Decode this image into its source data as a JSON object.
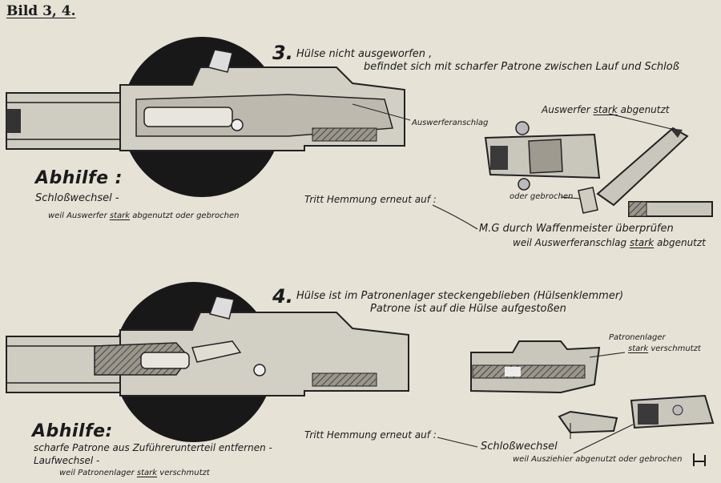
{
  "header": {
    "title": "Bild 3, 4."
  },
  "fig3": {
    "number": "3.",
    "heading_line1": "Hülse nicht ausgeworfen ,",
    "heading_line2": "befindet sich mit scharfer Patrone zwischen Lauf und Schloß",
    "label_auswerferanschlag": "Auswerferanschlag",
    "label_auswerfer_prefix": "Auswerfer",
    "label_auswerfer_stark": "stark",
    "label_auswerfer_suffix": "abgenutzt",
    "label_oder_gebrochen": "oder gebrochen",
    "abhilfe_title": "Abhilfe :",
    "abhilfe_action": "Schloßwechsel -",
    "abhilfe_reason_prefix": "weil Auswerfer",
    "abhilfe_reason_stark": "stark",
    "abhilfe_reason_suffix": "abgenutzt oder gebrochen",
    "tritt": "Tritt Hemmung erneut auf :",
    "mg_check": "M.G durch Waffenmeister überprüfen",
    "mg_reason_prefix": "weil Auswerferanschlag",
    "mg_reason_stark": "stark",
    "mg_reason_suffix": "abgenutzt"
  },
  "fig4": {
    "number": "4.",
    "heading_line1": "Hülse ist im Patronenlager steckengeblieben (Hülsenklemmer)",
    "heading_line2": "Patrone ist auf die Hülse aufgestoßen",
    "label_patronenlager": "Patronenlager",
    "label_pl_stark": "stark",
    "label_pl_suffix": "verschmutzt",
    "abhilfe_title": "Abhilfe:",
    "abhilfe_line1": "scharfe Patrone aus Zuführerunterteil entfernen -",
    "abhilfe_line2": "Laufwechsel -",
    "abhilfe_reason_prefix": "weil Patronenlager",
    "abhilfe_reason_stark": "stark",
    "abhilfe_reason_suffix": "verschmutzt",
    "tritt": "Tritt Hemmung erneut auf :",
    "schloss": "Schloßwechsel",
    "schloss_reason": "weil Ausziehier abgenutzt oder gebrochen"
  },
  "colors": {
    "paper": "#e6e2d6",
    "ink": "#1b1b1b",
    "disc": "#181818",
    "metal": "#c9c6bc"
  },
  "icons": {
    "corner_mark": "publisher-mark-icon"
  }
}
